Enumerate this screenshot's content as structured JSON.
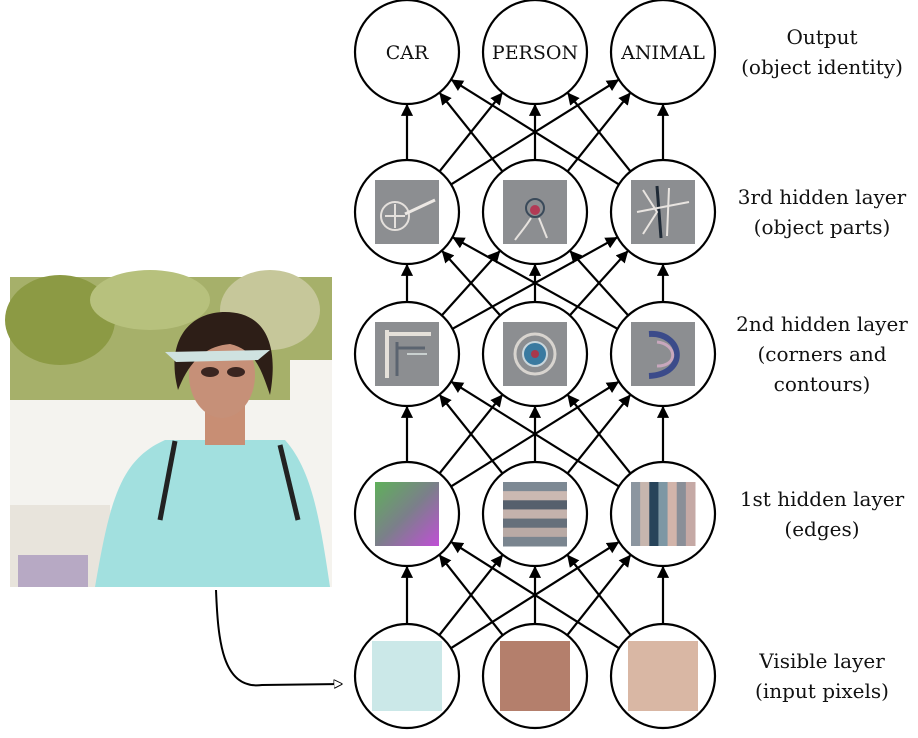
{
  "layers": [
    {
      "id": "output",
      "label_line1": "Output",
      "label_line2": "(object identity)",
      "label_line3": "",
      "nodes": [
        {
          "kind": "text",
          "text": "CAR"
        },
        {
          "kind": "text",
          "text": "PERSON"
        },
        {
          "kind": "text",
          "text": "ANIMAL"
        }
      ]
    },
    {
      "id": "hidden3",
      "label_line1": "3rd hidden layer",
      "label_line2": "(object parts)",
      "label_line3": "",
      "nodes": [
        {
          "kind": "feature",
          "feature": "wheel-part"
        },
        {
          "kind": "feature",
          "feature": "face-part"
        },
        {
          "kind": "feature",
          "feature": "legs-part"
        }
      ]
    },
    {
      "id": "hidden2",
      "label_line1": "2nd hidden layer",
      "label_line2": "(corners and",
      "label_line3": "contours)",
      "nodes": [
        {
          "kind": "feature",
          "feature": "corner"
        },
        {
          "kind": "feature",
          "feature": "circle-contour"
        },
        {
          "kind": "feature",
          "feature": "curve-contour"
        }
      ]
    },
    {
      "id": "hidden1",
      "label_line1": "1st hidden layer",
      "label_line2": "(edges)",
      "label_line3": "",
      "nodes": [
        {
          "kind": "feature",
          "feature": "diagonal-gradient"
        },
        {
          "kind": "feature",
          "feature": "horizontal-stripes"
        },
        {
          "kind": "feature",
          "feature": "vertical-stripes"
        }
      ]
    },
    {
      "id": "visible",
      "label_line1": "Visible layer",
      "label_line2": "(input pixels)",
      "label_line3": "",
      "nodes": [
        {
          "kind": "pixel",
          "color": "#cbe8e8"
        },
        {
          "kind": "pixel",
          "color": "#b47f6c"
        },
        {
          "kind": "pixel",
          "color": "#d9b7a4"
        }
      ]
    }
  ],
  "photo": {
    "subject": "woman-with-visor-photo",
    "palette": {
      "shirt": "#9fdfe0",
      "hair": "#2e1f18",
      "foliage": "#8a9a4a",
      "wall": "#f3f0ea"
    }
  }
}
